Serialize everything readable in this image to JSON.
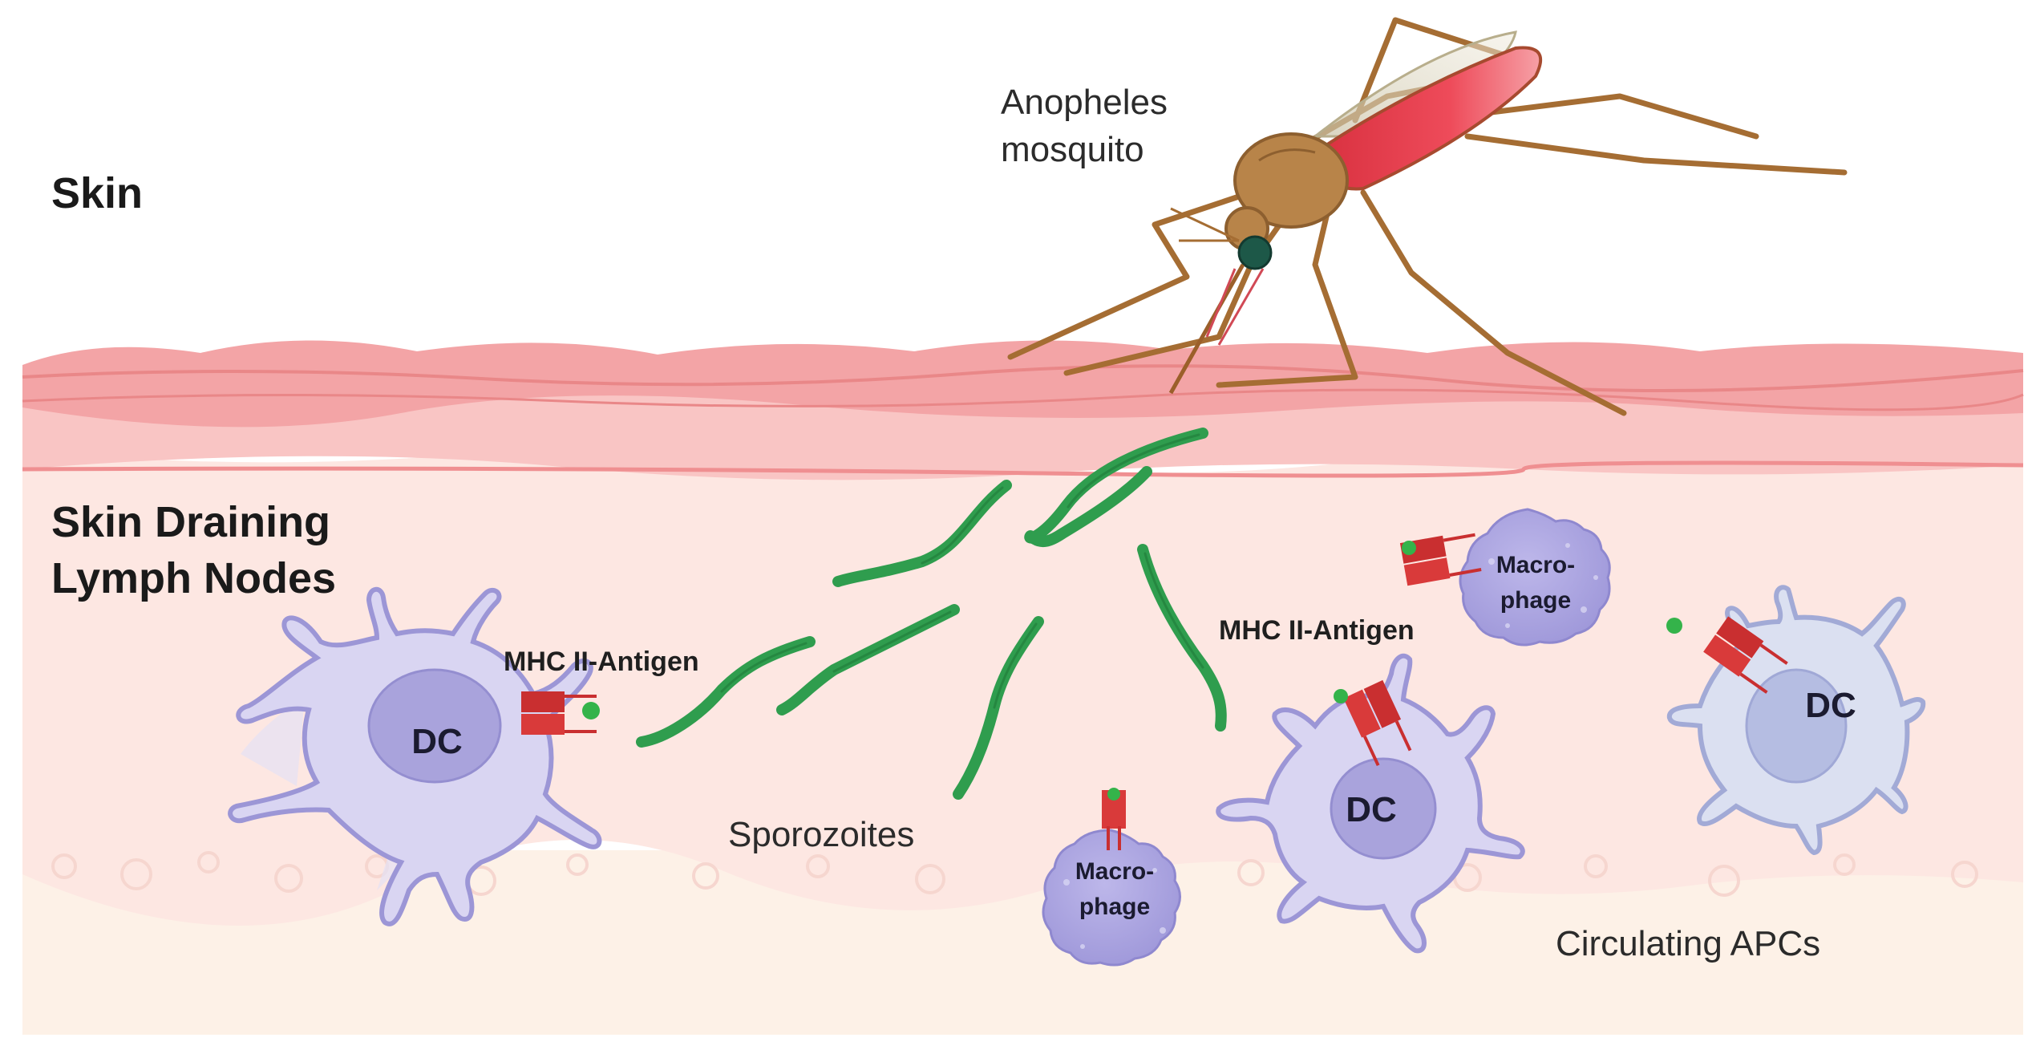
{
  "labels": {
    "skin": "Skin",
    "skin_draining_line1": "Skin Draining",
    "skin_draining_line2": "Lymph Nodes",
    "mosquito_line1": "Anopheles",
    "mosquito_line2": "mosquito",
    "mhc_left": "MHC II-Antigen",
    "mhc_right": "MHC II-Antigen",
    "sporozoites": "Sporozoites",
    "circulating": "Circulating APCs"
  },
  "cells": {
    "dc_left": "DC",
    "dc_center": "DC",
    "dc_right": "DC",
    "macrophage_top_line1": "Macro-",
    "macrophage_top_line2": "phage",
    "macrophage_bottom_line1": "Macro-",
    "macrophage_bottom_line2": "phage"
  },
  "colors": {
    "skin_surface": "#f2a6a8",
    "skin_dermis": "#f9c7c6",
    "tissue": "#fde9e3",
    "lower_tissue": "#fdf1e7",
    "sporozoite": "#2f9d4e",
    "dc_membrane": "#d9d5f2",
    "dc_nucleus": "#a7a1d9",
    "macrophage": "#a9a3e0",
    "mhc_receptor": "#d93a3a",
    "antigen": "#34b34a",
    "mosquito_body": "#b88449",
    "mosquito_abdomen": "#e23b4c"
  }
}
